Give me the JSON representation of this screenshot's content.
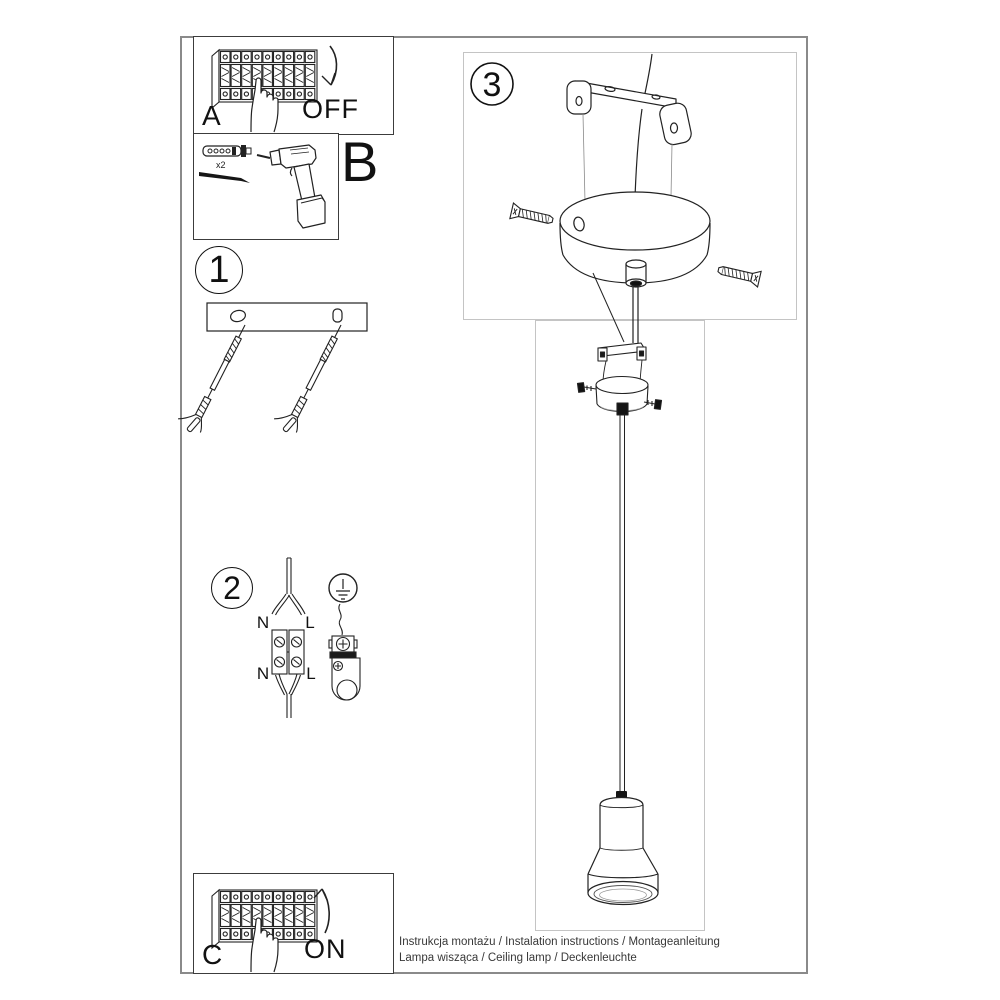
{
  "document": {
    "steps": {
      "one": "1",
      "two": "2",
      "three": "3"
    },
    "panels": {
      "a": {
        "label": "A",
        "state": "OFF"
      },
      "b": {
        "label": "B",
        "quantity": "x2"
      },
      "c": {
        "label": "C",
        "state": "ON"
      }
    },
    "wiring": {
      "neutral": "N",
      "live": "L"
    },
    "footer": {
      "line1": "Instrukcja montażu / Instalation instructions / Montageanleitung",
      "line2": "Lampa wisząca / Ceiling lamp / Deckenleuchte"
    },
    "colors": {
      "line": "#222222",
      "light_box": "#c4c4c4",
      "page_border": "#8a8a8a"
    }
  }
}
